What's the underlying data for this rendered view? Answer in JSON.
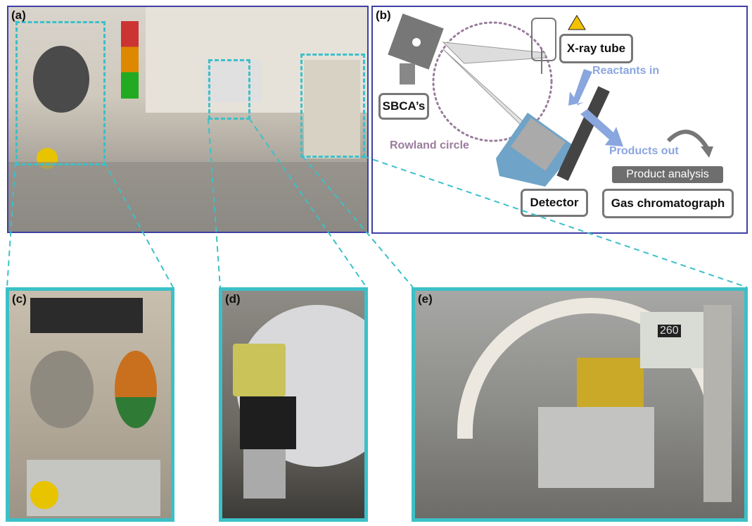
{
  "panels": {
    "a": {
      "label": "(a)"
    },
    "b": {
      "label": "(b)",
      "xray_tube": "X-ray tube",
      "sbcas": "SBCA’s",
      "reactants_in": "Reactants in",
      "rowland_circle": "Rowland circle",
      "products_out": "Products out",
      "product_analysis": "Product analysis",
      "detector": "Detector",
      "gas_chromatograph": "Gas chromatograph"
    },
    "c": {
      "label": "(c)"
    },
    "d": {
      "label": "(d)"
    },
    "e": {
      "label": "(e)",
      "display_reading": "260"
    }
  },
  "colors": {
    "frame_blue": "#3f3fa6",
    "inset_teal": "#3cc0c8",
    "flow_blue": "#8aa6de",
    "rowland_purple": "#9a7c9c"
  }
}
